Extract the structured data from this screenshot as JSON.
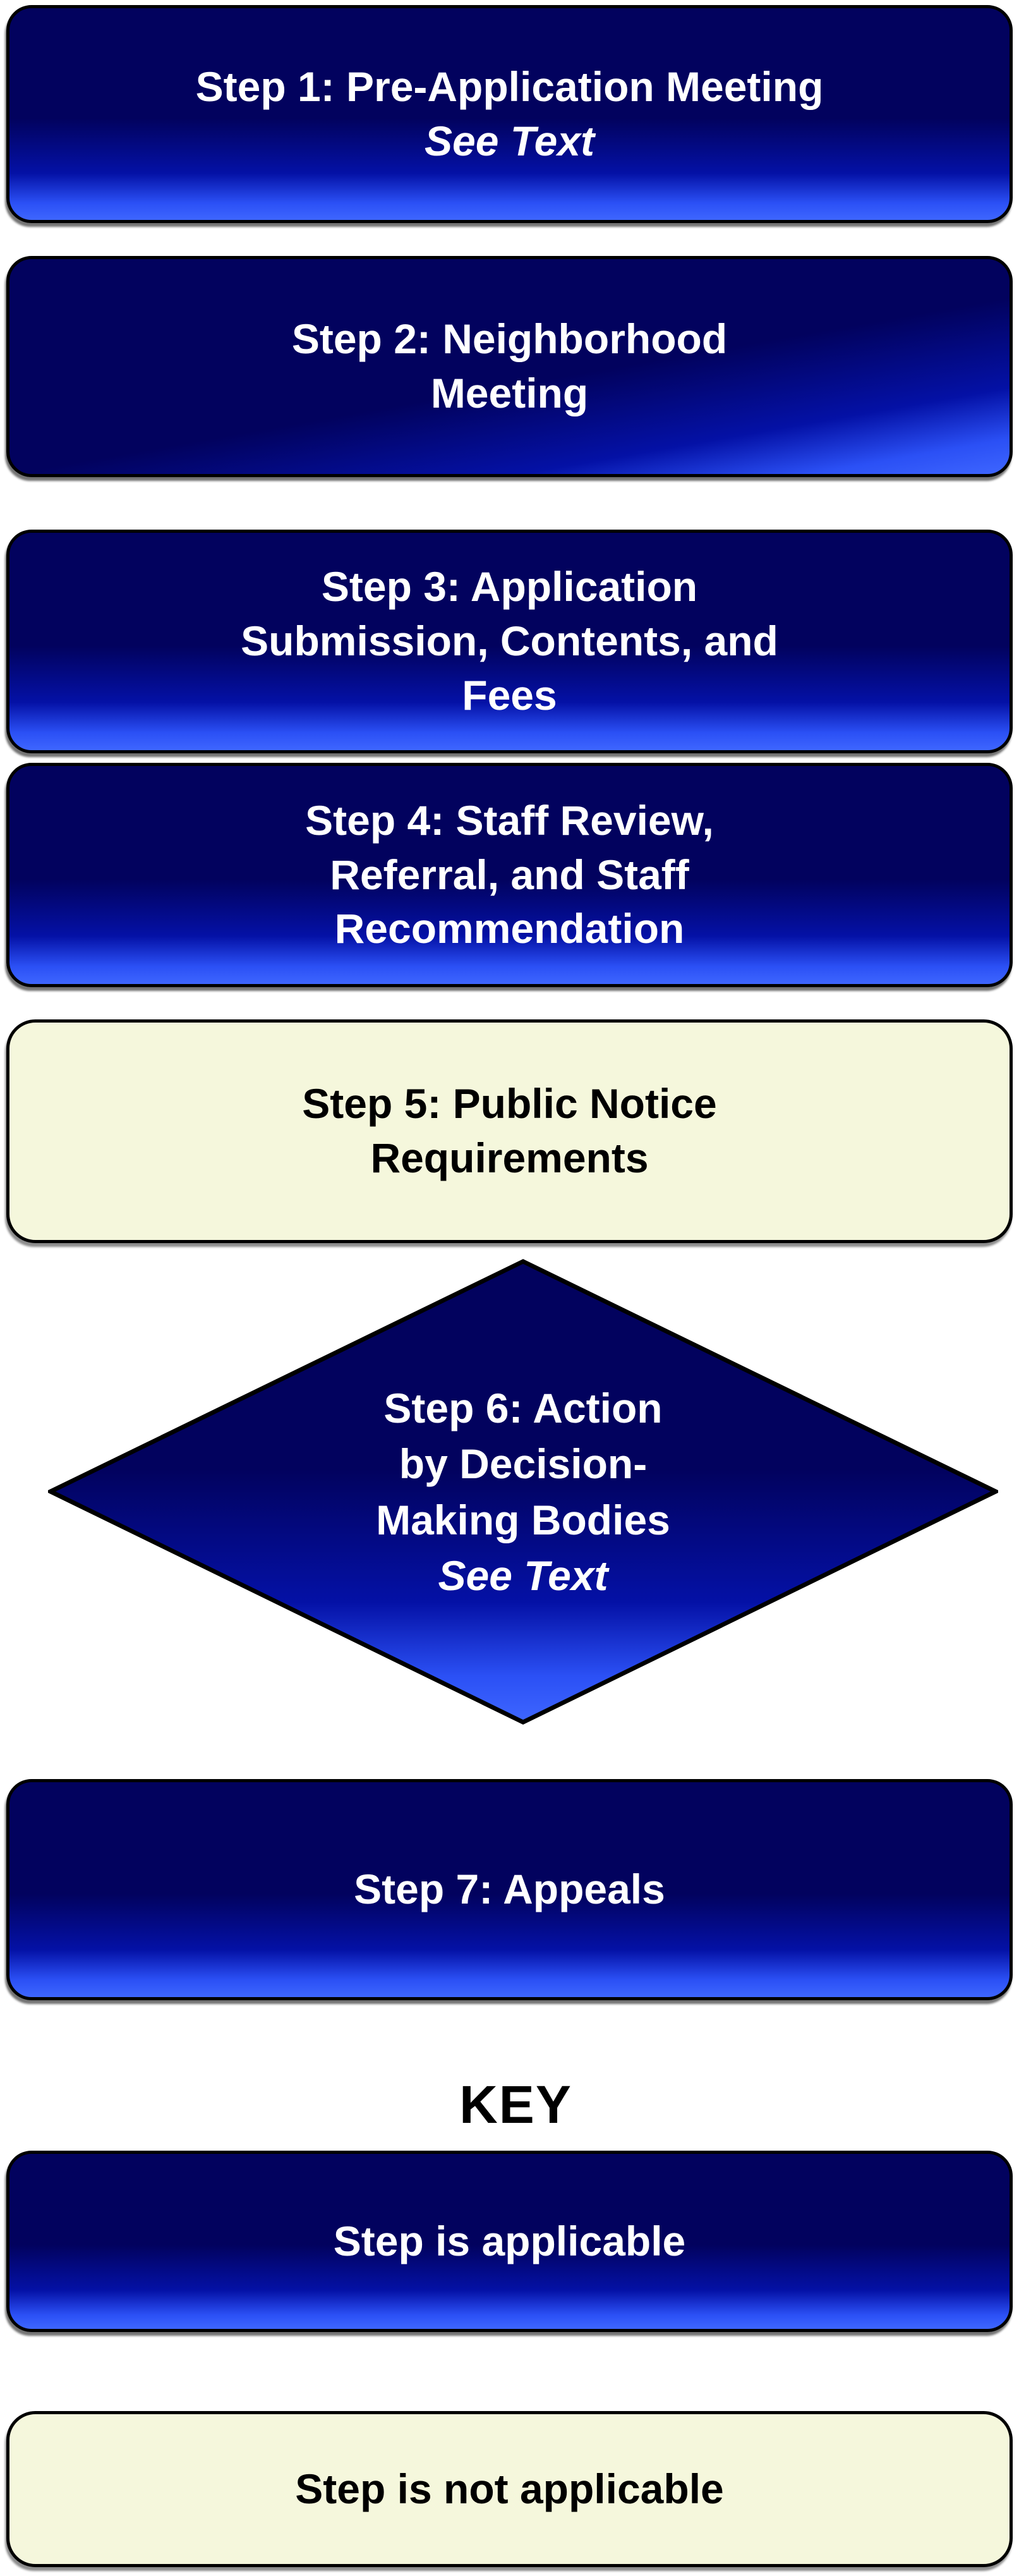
{
  "colors": {
    "ink": "#000000",
    "navy": "#02025E",
    "navy_mid": "#0411A6",
    "bright_blue": "#2B50F5",
    "bright_blue2": "#3E66FF",
    "cream": "#F5F7DC",
    "text_light": "#FFFFFF"
  },
  "flowchart": {
    "steps": [
      {
        "shape": "rounded-rectangle",
        "applicable": true,
        "label_lines": [
          "Step 1: Pre-Application Meeting"
        ],
        "note": "See Text"
      },
      {
        "shape": "rounded-rectangle",
        "applicable": true,
        "label_lines": [
          "Step 2: Neighborhood",
          "Meeting"
        ],
        "note": ""
      },
      {
        "shape": "rounded-rectangle",
        "applicable": true,
        "label_lines": [
          "Step 3: Application",
          "Submission, Contents, and",
          "Fees"
        ],
        "note": ""
      },
      {
        "shape": "rounded-rectangle",
        "applicable": true,
        "label_lines": [
          "Step 4: Staff Review,",
          "Referral, and Staff",
          "Recommendation"
        ],
        "note": ""
      },
      {
        "shape": "rounded-rectangle",
        "applicable": false,
        "label_lines": [
          "Step 5: Public Notice",
          "Requirements"
        ],
        "note": ""
      },
      {
        "shape": "diamond",
        "applicable": true,
        "label_lines": [
          "Step 6: Action",
          "by Decision-",
          "Making Bodies"
        ],
        "note": "See Text"
      },
      {
        "shape": "rounded-rectangle",
        "applicable": true,
        "label_lines": [
          "Step 7: Appeals"
        ],
        "note": ""
      }
    ],
    "key": {
      "title": "KEY",
      "items": [
        {
          "label": "Step is applicable",
          "applicable": true
        },
        {
          "label": "Step is not applicable",
          "applicable": false
        }
      ]
    }
  }
}
